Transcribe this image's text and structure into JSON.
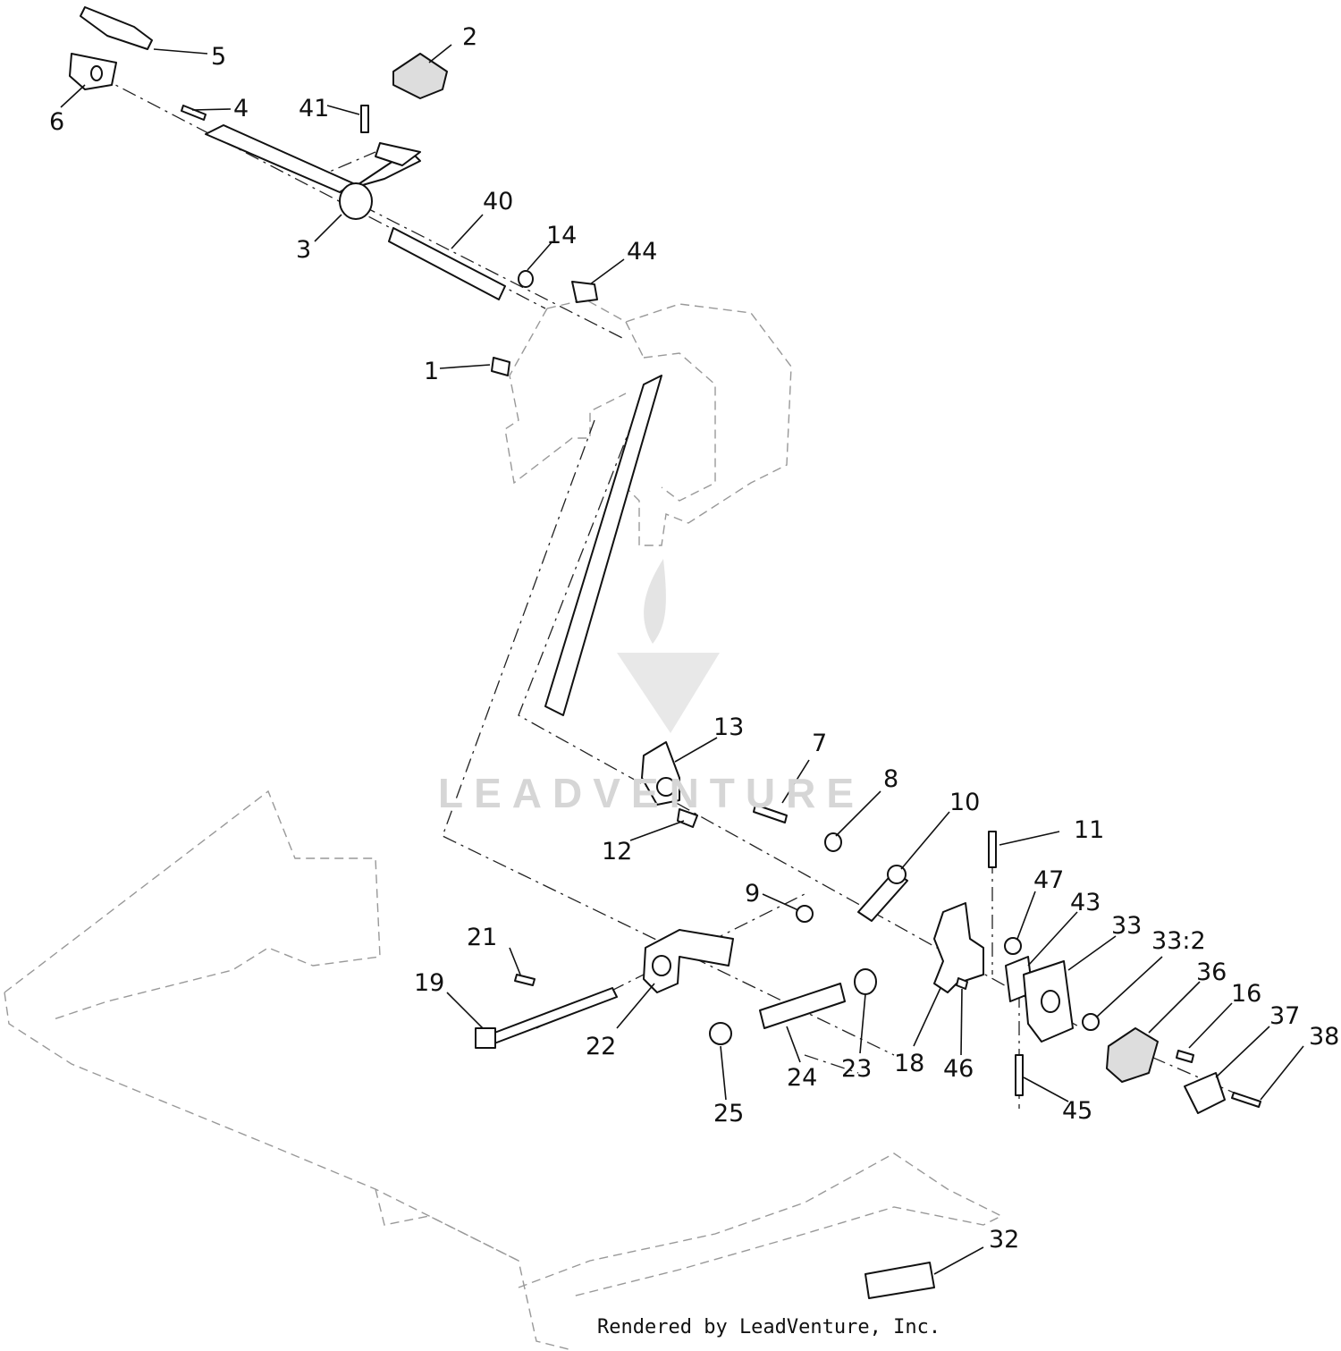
{
  "watermark": "LEADVENTURE",
  "footer": "Rendered by LeadVenture, Inc.",
  "callouts": [
    {
      "id": "c1",
      "label": "1"
    },
    {
      "id": "c2",
      "label": "2"
    },
    {
      "id": "c3",
      "label": "3"
    },
    {
      "id": "c4",
      "label": "4"
    },
    {
      "id": "c5",
      "label": "5"
    },
    {
      "id": "c6",
      "label": "6"
    },
    {
      "id": "c7",
      "label": "7"
    },
    {
      "id": "c8",
      "label": "8"
    },
    {
      "id": "c9",
      "label": "9"
    },
    {
      "id": "c10",
      "label": "10"
    },
    {
      "id": "c11",
      "label": "11"
    },
    {
      "id": "c12",
      "label": "12"
    },
    {
      "id": "c13",
      "label": "13"
    },
    {
      "id": "c14",
      "label": "14"
    },
    {
      "id": "c16",
      "label": "16"
    },
    {
      "id": "c18",
      "label": "18"
    },
    {
      "id": "c19",
      "label": "19"
    },
    {
      "id": "c21",
      "label": "21"
    },
    {
      "id": "c22",
      "label": "22"
    },
    {
      "id": "c23",
      "label": "23"
    },
    {
      "id": "c24",
      "label": "24"
    },
    {
      "id": "c25",
      "label": "25"
    },
    {
      "id": "c32",
      "label": "32"
    },
    {
      "id": "c33",
      "label": "33"
    },
    {
      "id": "c33b",
      "label": "33:2"
    },
    {
      "id": "c36",
      "label": "36"
    },
    {
      "id": "c37",
      "label": "37"
    },
    {
      "id": "c38",
      "label": "38"
    },
    {
      "id": "c40",
      "label": "40"
    },
    {
      "id": "c41",
      "label": "41"
    },
    {
      "id": "c43",
      "label": "43"
    },
    {
      "id": "c44",
      "label": "44"
    },
    {
      "id": "c45",
      "label": "45"
    },
    {
      "id": "c46",
      "label": "46"
    },
    {
      "id": "c47",
      "label": "47"
    }
  ]
}
